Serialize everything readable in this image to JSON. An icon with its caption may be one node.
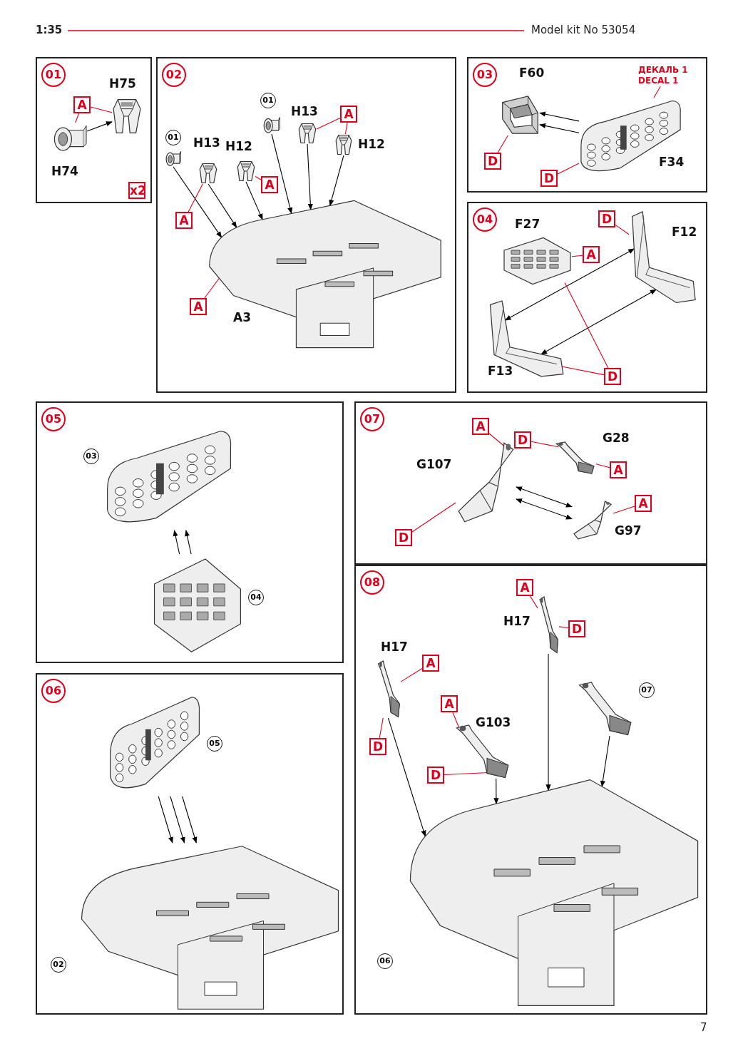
{
  "diagram": {
    "nodes": [
      {
        "text": [
          "01"
        ]
      },
      {
        "text": [],
        "shape": "picture",
        "in": 0,
        "beside": [
          "H75"
        ]
      },
      {
        "text": [],
        "shape": "picture",
        "in": 0,
        "beside": [
          "H74"
        ]
      },
      {
        "text": [
          "A"
        ],
        "in": 0
      },
      {
        "text": [
          "x2"
        ],
        "in": 0
      },
      {
        "text": [
          "02"
        ]
      },
      {
        "text": [],
        "shape": "picture",
        "in": 5,
        "beside": [
          "01"
        ]
      },
      {
        "text": [],
        "shape": "picture",
        "in": 5,
        "beside": [
          "H13"
        ]
      },
      {
        "text": [],
        "shape": "picture",
        "in": 5,
        "beside": [
          "H12"
        ]
      },
      {
        "text": [
          "A"
        ],
        "in": 5
      },
      {
        "text": [
          "A"
        ],
        "in": 5
      },
      {
        "text": [],
        "shape": "picture",
        "in": 5,
        "beside": [
          "01"
        ]
      },
      {
        "text": [],
        "shape": "picture",
        "in": 5,
        "beside": [
          "H13"
        ]
      },
      {
        "text": [],
        "shape": "picture",
        "in": 5,
        "beside": [
          "H12"
        ]
      },
      {
        "text": [
          "A"
        ],
        "in": 5
      },
      {
        "text": [],
        "shape": "picture",
        "in": 5,
        "beside": [
          "A3"
        ]
      },
      {
        "text": [
          "A"
        ],
        "in": 5
      },
      {
        "text": [
          "03"
        ]
      },
      {
        "text": [],
        "shape": "picture",
        "in": 17,
        "beside": [
          "F60"
        ]
      },
      {
        "text": [],
        "shape": "picture",
        "in": 17,
        "beside": [
          "F34"
        ]
      },
      {
        "text": [
          "D"
        ],
        "in": 17
      },
      {
        "text": [
          "D"
        ],
        "in": 17
      },
      {
        "text": [
          "ДЕКАЛЬ 1 DECAL 1"
        ],
        "in": 17
      },
      {
        "text": [
          "04"
        ]
      },
      {
        "text": [],
        "shape": "picture",
        "in": 23,
        "beside": [
          "F12"
        ]
      },
      {
        "text": [],
        "shape": "picture",
        "in": 23,
        "beside": [
          "F27"
        ]
      },
      {
        "text": [],
        "shape": "picture",
        "in": 23,
        "beside": [
          "F13"
        ]
      },
      {
        "text": [
          "D"
        ],
        "in": 23
      },
      {
        "text": [
          "A"
        ],
        "in": 23
      },
      {
        "text": [
          "D"
        ],
        "in": 23
      },
      {
        "text": [
          "05"
        ]
      },
      {
        "text": [],
        "shape": "picture",
        "in": 30,
        "beside": [
          "03"
        ]
      },
      {
        "text": [],
        "shape": "picture",
        "in": 30,
        "beside": [
          "04"
        ]
      },
      {
        "text": [
          "06"
        ]
      },
      {
        "text": [],
        "shape": "picture",
        "in": 33,
        "beside": [
          "05"
        ]
      },
      {
        "text": [],
        "shape": "picture",
        "in": 33,
        "beside": [
          "02"
        ]
      },
      {
        "text": [
          "07"
        ]
      },
      {
        "text": [],
        "shape": "picture",
        "in": 36,
        "beside": [
          "G107"
        ]
      },
      {
        "text": [],
        "shape": "picture",
        "in": 36,
        "beside": [
          "G28"
        ]
      },
      {
        "text": [],
        "shape": "picture",
        "in": 36,
        "beside": [
          "G97"
        ]
      },
      {
        "text": [
          "A"
        ],
        "in": 36
      },
      {
        "text": [
          "D"
        ],
        "in": 36
      },
      {
        "text": [
          "D"
        ],
        "in": 36
      },
      {
        "text": [
          "A"
        ],
        "in": 36
      },
      {
        "text": [
          "A"
        ],
        "in": 36
      },
      {
        "text": [
          "08"
        ]
      },
      {
        "text": [],
        "shape": "picture",
        "in": 45,
        "beside": [
          "H17"
        ]
      },
      {
        "text": [],
        "shape": "picture",
        "in": 45,
        "beside": [
          "H17"
        ]
      },
      {
        "text": [],
        "shape": "picture",
        "in": 45,
        "beside": [
          "G103"
        ]
      },
      {
        "text": [],
        "shape": "picture",
        "in": 45,
        "beside": [
          "07"
        ]
      },
      {
        "text": [],
        "shape": "picture",
        "in": 45,
        "beside": [
          "06"
        ]
      },
      {
        "text": [
          "A"
        ],
        "in": 45
      },
      {
        "text": [
          "D"
        ],
        "in": 45
      },
      {
        "text": [
          "A"
        ],
        "in": 45
      },
      {
        "text": [
          "D"
        ],
        "in": 45
      },
      {
        "text": [
          "A"
        ],
        "in": 45
      },
      {
        "text": [
          "D"
        ],
        "in": 45
      }
    ],
    "edges": [
      {
        "from": 3,
        "to": 1,
        "arrow": "none"
      },
      {
        "from": 3,
        "to": 2,
        "arrow": "none"
      },
      {
        "from": 2,
        "to": 1,
        "arrow": "to",
        "color": "#000000"
      },
      {
        "from": 6,
        "to": 15,
        "arrow": "to",
        "color": "#000000"
      },
      {
        "from": 7,
        "to": 15,
        "arrow": "to",
        "color": "#000000"
      },
      {
        "from": 8,
        "to": 15,
        "arrow": "to",
        "color": "#000000"
      },
      {
        "from": 11,
        "to": 15,
        "arrow": "to",
        "color": "#000000"
      },
      {
        "from": 12,
        "to": 15,
        "arrow": "to",
        "color": "#000000"
      },
      {
        "from": 13,
        "to": 15,
        "arrow": "to",
        "color": "#000000"
      },
      {
        "from": 9,
        "to": 7,
        "arrow": "none"
      },
      {
        "from": 10,
        "to": 8,
        "arrow": "none"
      },
      {
        "from": 14,
        "to": 12,
        "arrow": "none"
      },
      {
        "from": 14,
        "to": 13,
        "arrow": "none"
      },
      {
        "from": 16,
        "to": 15,
        "arrow": "none"
      },
      {
        "from": 19,
        "to": 18,
        "arrow": "to",
        "color": "#000000"
      },
      {
        "from": 19,
        "to": 18,
        "arrow": "to",
        "color": "#000000"
      },
      {
        "from": 20,
        "to": 18,
        "arrow": "none"
      },
      {
        "from": 21,
        "to": 19,
        "arrow": "none"
      },
      {
        "from": 22,
        "to": 19,
        "arrow": "none"
      },
      {
        "from": 26,
        "to": 24,
        "arrow": "both",
        "color": "#000000"
      },
      {
        "from": 26,
        "to": 24,
        "arrow": "both",
        "color": "#000000"
      },
      {
        "from": 27,
        "to": 24,
        "arrow": "none"
      },
      {
        "from": 28,
        "to": 25,
        "arrow": "none"
      },
      {
        "from": 29,
        "to": 25,
        "arrow": "none"
      },
      {
        "from": 29,
        "to": 26,
        "arrow": "none"
      },
      {
        "from": 32,
        "to": 31,
        "arrow": "to",
        "color": "#000000"
      },
      {
        "from": 32,
        "to": 31,
        "arrow": "to",
        "color": "#000000"
      },
      {
        "from": 34,
        "to": 35,
        "arrow": "to",
        "color": "#000000"
      },
      {
        "from": 34,
        "to": 35,
        "arrow": "to",
        "color": "#000000"
      },
      {
        "from": 34,
        "to": 35,
        "arrow": "to",
        "color": "#000000"
      },
      {
        "from": 37,
        "to": 39,
        "arrow": "both",
        "color": "#000000"
      },
      {
        "from": 37,
        "to": 39,
        "arrow": "both",
        "color": "#000000"
      },
      {
        "from": 40,
        "to": 37,
        "arrow": "none"
      },
      {
        "from": 41,
        "to": 37,
        "arrow": "none"
      },
      {
        "from": 42,
        "to": 38,
        "arrow": "none"
      },
      {
        "from": 43,
        "to": 38,
        "arrow": "none"
      },
      {
        "from": 44,
        "to": 39,
        "arrow": "none"
      },
      {
        "from": 46,
        "to": 50,
        "arrow": "to",
        "color": "#000000"
      },
      {
        "from": 47,
        "to": 50,
        "arrow": "to",
        "color": "#000000"
      },
      {
        "from": 48,
        "to": 50,
        "arrow": "to",
        "color": "#000000"
      },
      {
        "from": 49,
        "to": 50,
        "arrow": "to",
        "color": "#000000"
      },
      {
        "from": 51,
        "to": 46,
        "arrow": "none"
      },
      {
        "from": 52,
        "to": 46,
        "arrow": "none"
      },
      {
        "from": 53,
        "to": 47,
        "arrow": "none"
      },
      {
        "from": 54,
        "to": 47,
        "arrow": "none"
      },
      {
        "from": 55,
        "to": 48,
        "arrow": "none"
      },
      {
        "from": 56,
        "to": 48,
        "arrow": "none"
      }
    ],
    "labels": [
      "1:35",
      "Model kit No 53054",
      "7"
    ]
  }
}
